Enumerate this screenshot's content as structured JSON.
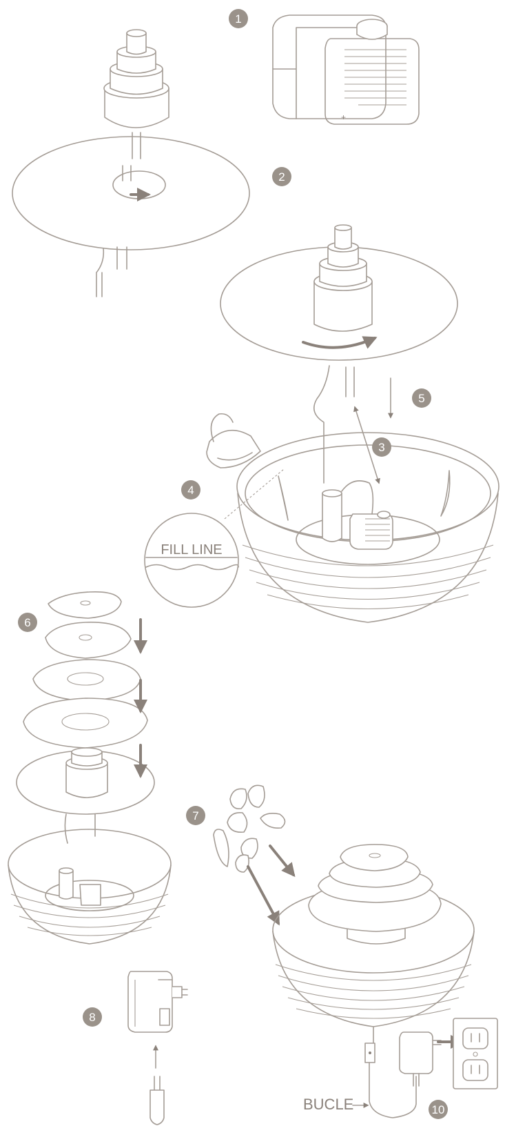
{
  "colors": {
    "line": "#a49c95",
    "badge": "#9a928a",
    "arrow": "#8a817a",
    "background": "#ffffff"
  },
  "steps": [
    "1",
    "2",
    "3",
    "4",
    "5",
    "6",
    "7",
    "8",
    "10"
  ],
  "labels": {
    "fill_line": "FILL LINE",
    "bucle": "BUCLE"
  },
  "icons": [
    "pump-icon",
    "pitcher-icon",
    "power-adapter-icon",
    "wall-outlet-icon",
    "stone-icon"
  ]
}
